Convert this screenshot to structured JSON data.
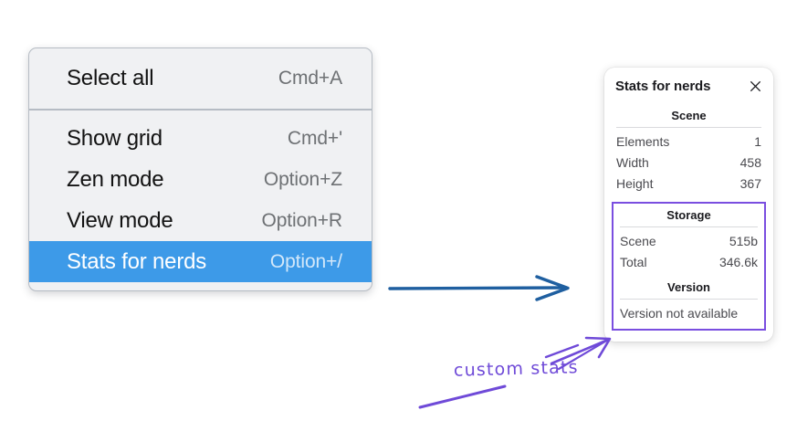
{
  "menu": {
    "name": "context-menu",
    "sections": [
      {
        "items": [
          {
            "label": "Select all",
            "shortcut": "Cmd+A",
            "selected": false,
            "key": "select-all"
          }
        ]
      },
      {
        "items": [
          {
            "label": "Show grid",
            "shortcut": "Cmd+'",
            "selected": false,
            "key": "show-grid"
          },
          {
            "label": "Zen mode",
            "shortcut": "Option+Z",
            "selected": false,
            "key": "zen-mode"
          },
          {
            "label": "View mode",
            "shortcut": "Option+R",
            "selected": false,
            "key": "view-mode"
          },
          {
            "label": "Stats for nerds",
            "shortcut": "Option+/",
            "selected": true,
            "key": "stats-for-nerds"
          }
        ]
      }
    ]
  },
  "stats_panel": {
    "title": "Stats for nerds",
    "close_icon": "close-icon",
    "scene": {
      "heading": "Scene",
      "rows": [
        {
          "key": "Elements",
          "value": "1"
        },
        {
          "key": "Width",
          "value": "458"
        },
        {
          "key": "Height",
          "value": "367"
        }
      ]
    },
    "storage": {
      "heading": "Storage",
      "rows": [
        {
          "key": "Scene",
          "value": "515b"
        },
        {
          "key": "Total",
          "value": "346.6k"
        }
      ]
    },
    "version": {
      "heading": "Version",
      "text": "Version not available"
    }
  },
  "annotations": {
    "handwritten_label": "custom stats",
    "blue_arrow": "arrow-right-icon",
    "purple_arrow": "arrow-up-right-icon",
    "purple_underline": "underline-stroke"
  },
  "colors": {
    "menu_background": "#f0f1f3",
    "menu_border": "#b6bcc4",
    "selected_row": "#3d9ae8",
    "selected_text": "#ffffff",
    "selected_shortcut": "#d3e8fa",
    "shortcut_text": "#6e7174",
    "label_text": "#121212",
    "panel_background": "#ffffff",
    "panel_text": "#4a4a4f",
    "panel_heading": "#1b1b1f",
    "highlight_purple": "#7a4ee0",
    "annotation_purple": "#6f4ad8",
    "annotation_blue": "#1f5fa0",
    "page_background": "#ffffff"
  }
}
